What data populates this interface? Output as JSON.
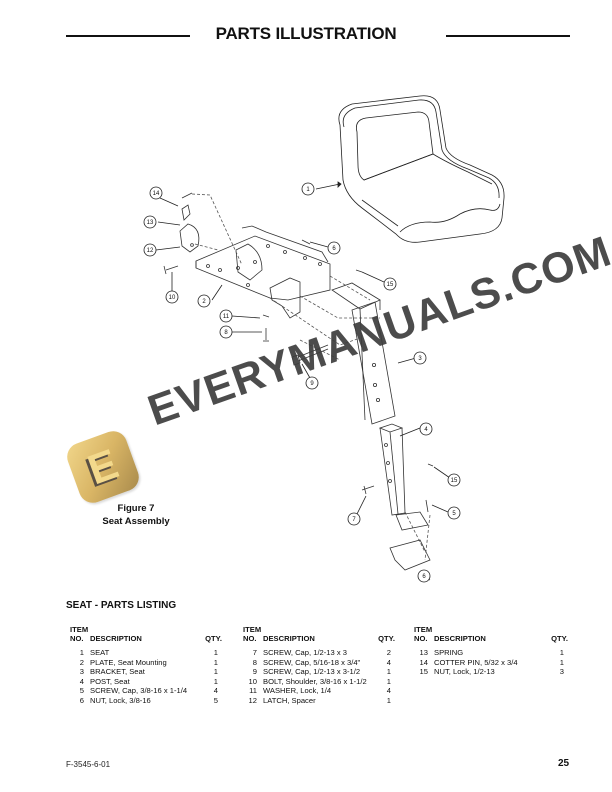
{
  "header": {
    "title": "PARTS ILLUSTRATION"
  },
  "figure": {
    "number": "Figure 7",
    "caption": "Seat Assembly",
    "callouts": [
      "1",
      "2",
      "3",
      "4",
      "5",
      "6",
      "6",
      "7",
      "8",
      "9",
      "10",
      "11",
      "12",
      "13",
      "14",
      "15",
      "15"
    ]
  },
  "watermark": {
    "text": "EVERYMANUALS.COM",
    "logo_glyph": "E",
    "logo_color": "#d9b565",
    "text_color": "#3d3d3d"
  },
  "parts_listing": {
    "title": "SEAT - PARTS LISTING",
    "columns": {
      "item_label": "ITEM",
      "no_label": "NO.",
      "description_label": "DESCRIPTION",
      "qty_label": "QTY."
    },
    "groups": [
      {
        "rows": [
          {
            "no": "1",
            "description": "SEAT",
            "qty": "1"
          },
          {
            "no": "2",
            "description": "PLATE, Seat Mounting",
            "qty": "1"
          },
          {
            "no": "3",
            "description": "BRACKET, Seat",
            "qty": "1"
          },
          {
            "no": "4",
            "description": "POST, Seat",
            "qty": "1"
          },
          {
            "no": "5",
            "description": "SCREW, Cap, 3/8-16 x 1-1/4",
            "qty": "4"
          },
          {
            "no": "6",
            "description": "NUT, Lock, 3/8-16",
            "qty": "5"
          }
        ]
      },
      {
        "rows": [
          {
            "no": "7",
            "description": "SCREW, Cap, 1/2-13 x 3",
            "qty": "2"
          },
          {
            "no": "8",
            "description": "SCREW, Cap, 5/16-18 x 3/4\"",
            "qty": "4"
          },
          {
            "no": "9",
            "description": "SCREW, Cap, 1/2-13 x 3-1/2",
            "qty": "1"
          },
          {
            "no": "10",
            "description": "BOLT, Shoulder, 3/8-16 x 1-1/2",
            "qty": "1"
          },
          {
            "no": "11",
            "description": "WASHER, Lock, 1/4",
            "qty": "4"
          },
          {
            "no": "12",
            "description": "LATCH, Spacer",
            "qty": "1"
          }
        ]
      },
      {
        "rows": [
          {
            "no": "13",
            "description": "SPRING",
            "qty": "1"
          },
          {
            "no": "14",
            "description": "COTTER PIN, 5/32 x 3/4",
            "qty": "1"
          },
          {
            "no": "15",
            "description": "NUT, Lock, 1/2-13",
            "qty": "3"
          }
        ]
      }
    ]
  },
  "footer": {
    "doc_number": "F-3545-6-01",
    "page_number": "25"
  }
}
